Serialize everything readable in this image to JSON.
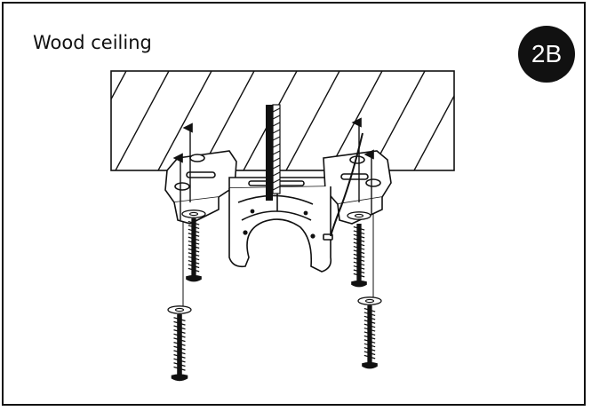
{
  "title": "Wood ceiling",
  "step_badge": "2B",
  "colors": {
    "ink": "#111111",
    "paper": "#ffffff"
  },
  "parts": [
    "wood-ceiling",
    "mounting-bracket",
    "support-rod",
    "wood-screw",
    "washer",
    "direction-arrow"
  ]
}
